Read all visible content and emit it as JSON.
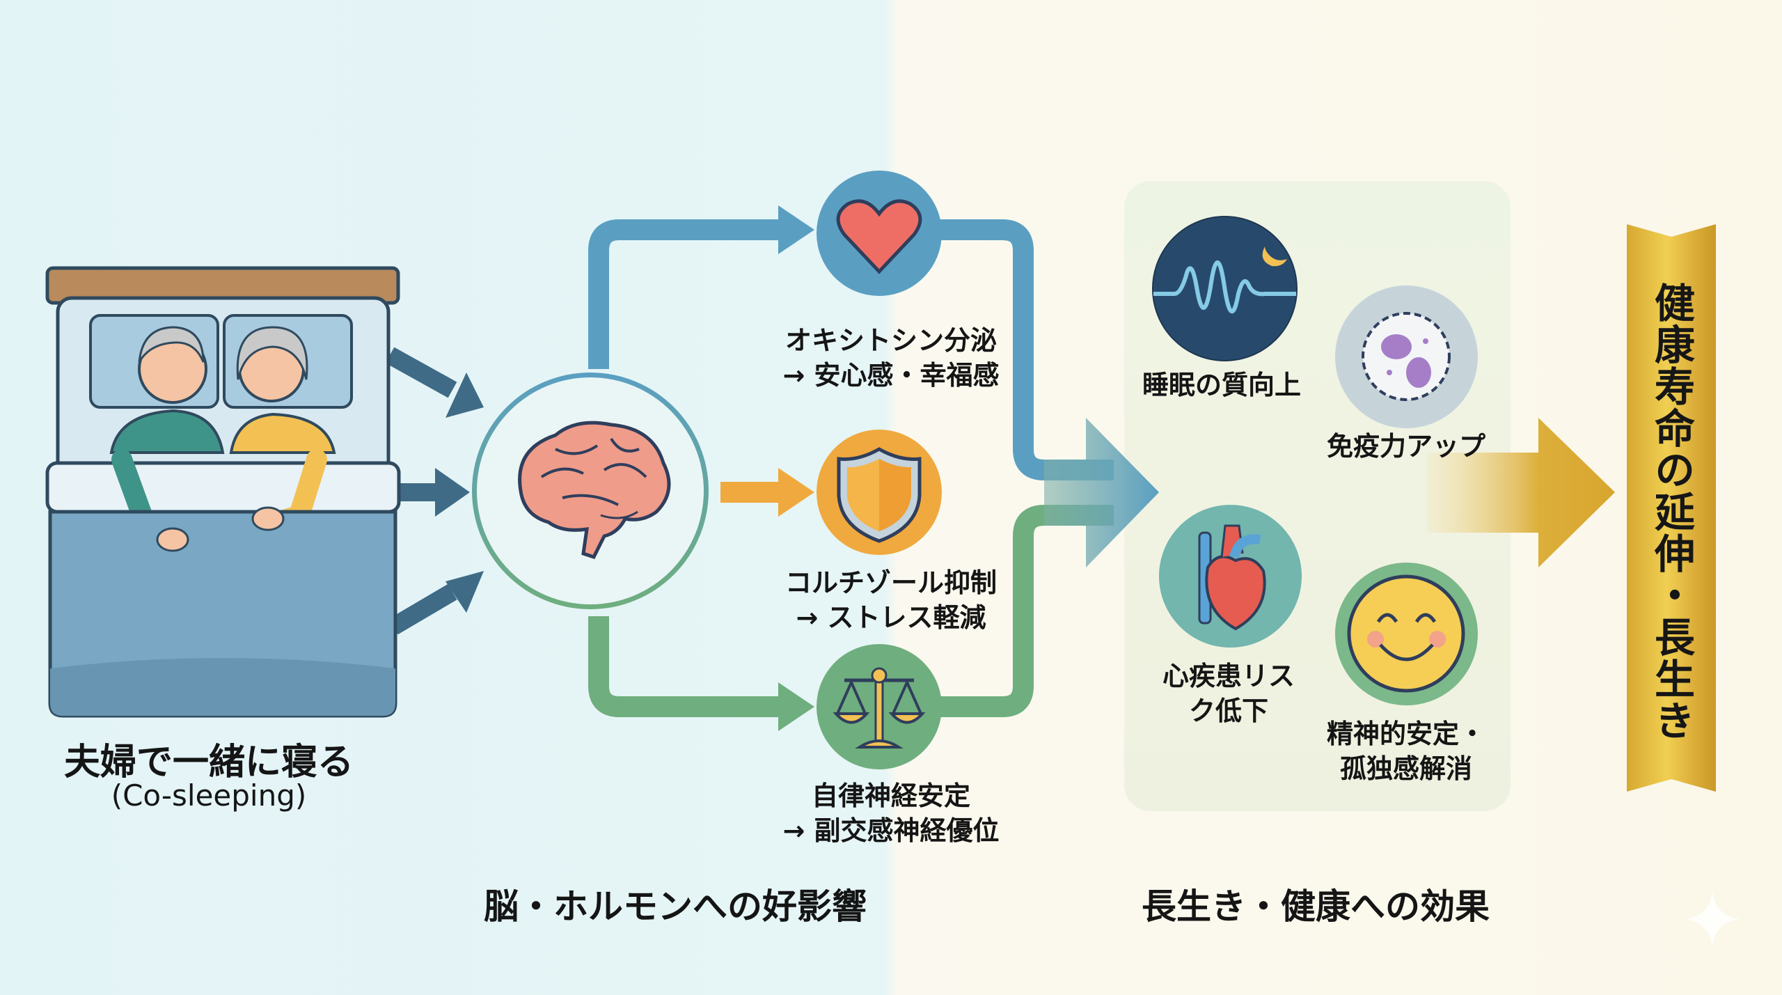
{
  "source": {
    "title": "夫婦で一緒に寝る",
    "subtitle": "(Co-sleeping)",
    "icon": "couple-sleeping-in-bed-illustration"
  },
  "center": {
    "icon": "brain-icon"
  },
  "mechanisms": [
    {
      "line1": "オキシトシン分泌",
      "line2": "→ 安心感・幸福感",
      "icon": "heart-icon",
      "color": "#5a9fc2"
    },
    {
      "line1": "コルチゾール抑制",
      "line2": "→ ストレス軽減",
      "icon": "shield-icon",
      "color": "#f0a93e"
    },
    {
      "line1": "自律神経安定",
      "line2": "→ 副交感神経優位",
      "icon": "balance-scale-icon",
      "color": "#6fae7e"
    }
  ],
  "effects": [
    {
      "label": "睡眠の質向上",
      "icon": "sleep-wave-moon-icon"
    },
    {
      "label": "免疫力アップ",
      "icon": "immune-cell-icon"
    },
    {
      "label_line1": "心疾患リス",
      "label_line2": "ク低下",
      "icon": "anatomical-heart-icon"
    },
    {
      "label_line1": "精神的安定・",
      "label_line2": "孤独感解消",
      "icon": "smiley-face-icon"
    }
  ],
  "goal": {
    "text": "健康寿命の延伸・長生き"
  },
  "section_labels": {
    "mechanisms": "脳・ホルモンへの好影響",
    "effects": "長生き・健康への効果"
  },
  "colors": {
    "navy_arrow": "#3f6b86",
    "blue": "#5a9fc2",
    "orange": "#f0a93e",
    "green": "#6fae7e",
    "gold": "#dcae3a"
  }
}
